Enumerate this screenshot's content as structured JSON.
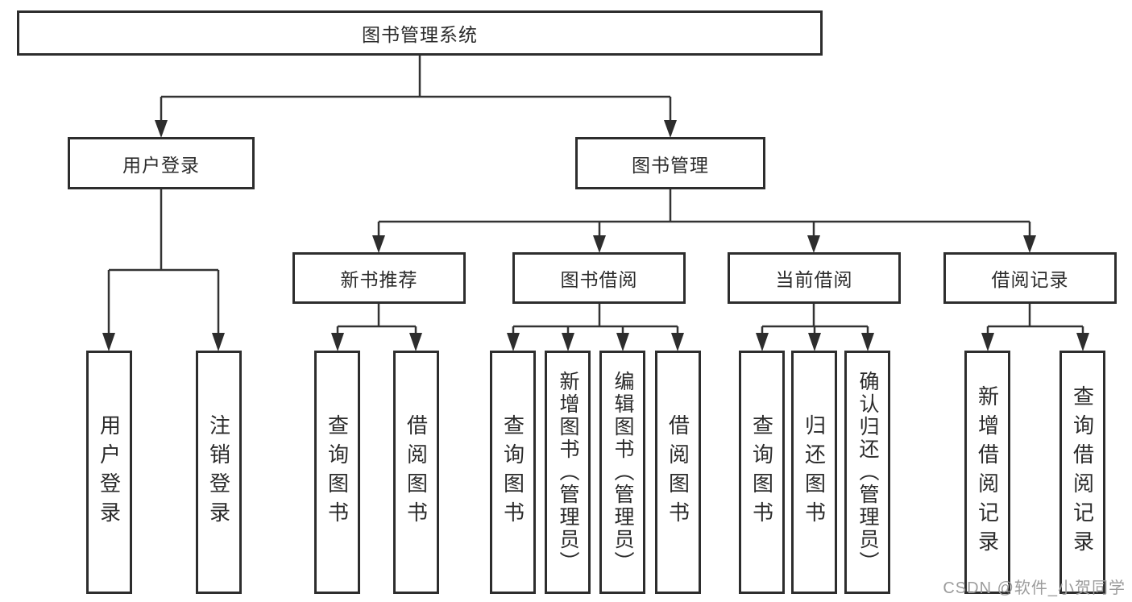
{
  "diagram": {
    "tree": {
      "label": "图书管理系统",
      "children": [
        {
          "label": "用户登录",
          "children": [
            {
              "label": "用户登录"
            },
            {
              "label": "注销登录"
            }
          ]
        },
        {
          "label": "图书管理",
          "children": [
            {
              "label": "新书推荐",
              "children": [
                {
                  "label": "查询图书"
                },
                {
                  "label": "借阅图书"
                }
              ]
            },
            {
              "label": "图书借阅",
              "children": [
                {
                  "label": "查询图书"
                },
                {
                  "label": "新增图书（管理员）"
                },
                {
                  "label": "编辑图书（管理员）"
                },
                {
                  "label": "借阅图书"
                }
              ]
            },
            {
              "label": "当前借阅",
              "children": [
                {
                  "label": "查询图书"
                },
                {
                  "label": "归还图书"
                },
                {
                  "label": "确认归还（管理员）"
                }
              ]
            },
            {
              "label": "借阅记录",
              "children": [
                {
                  "label": "新增借阅记录"
                },
                {
                  "label": "查询借阅记录"
                }
              ]
            }
          ]
        }
      ]
    },
    "colors": {
      "line": "#333333",
      "box_border": "#2d2d2d",
      "text": "#2b2b2b",
      "watermark": "#9c9c9c",
      "background": "#ffffff"
    }
  },
  "watermark": {
    "text": "CSDN @软件_小贺同学"
  }
}
